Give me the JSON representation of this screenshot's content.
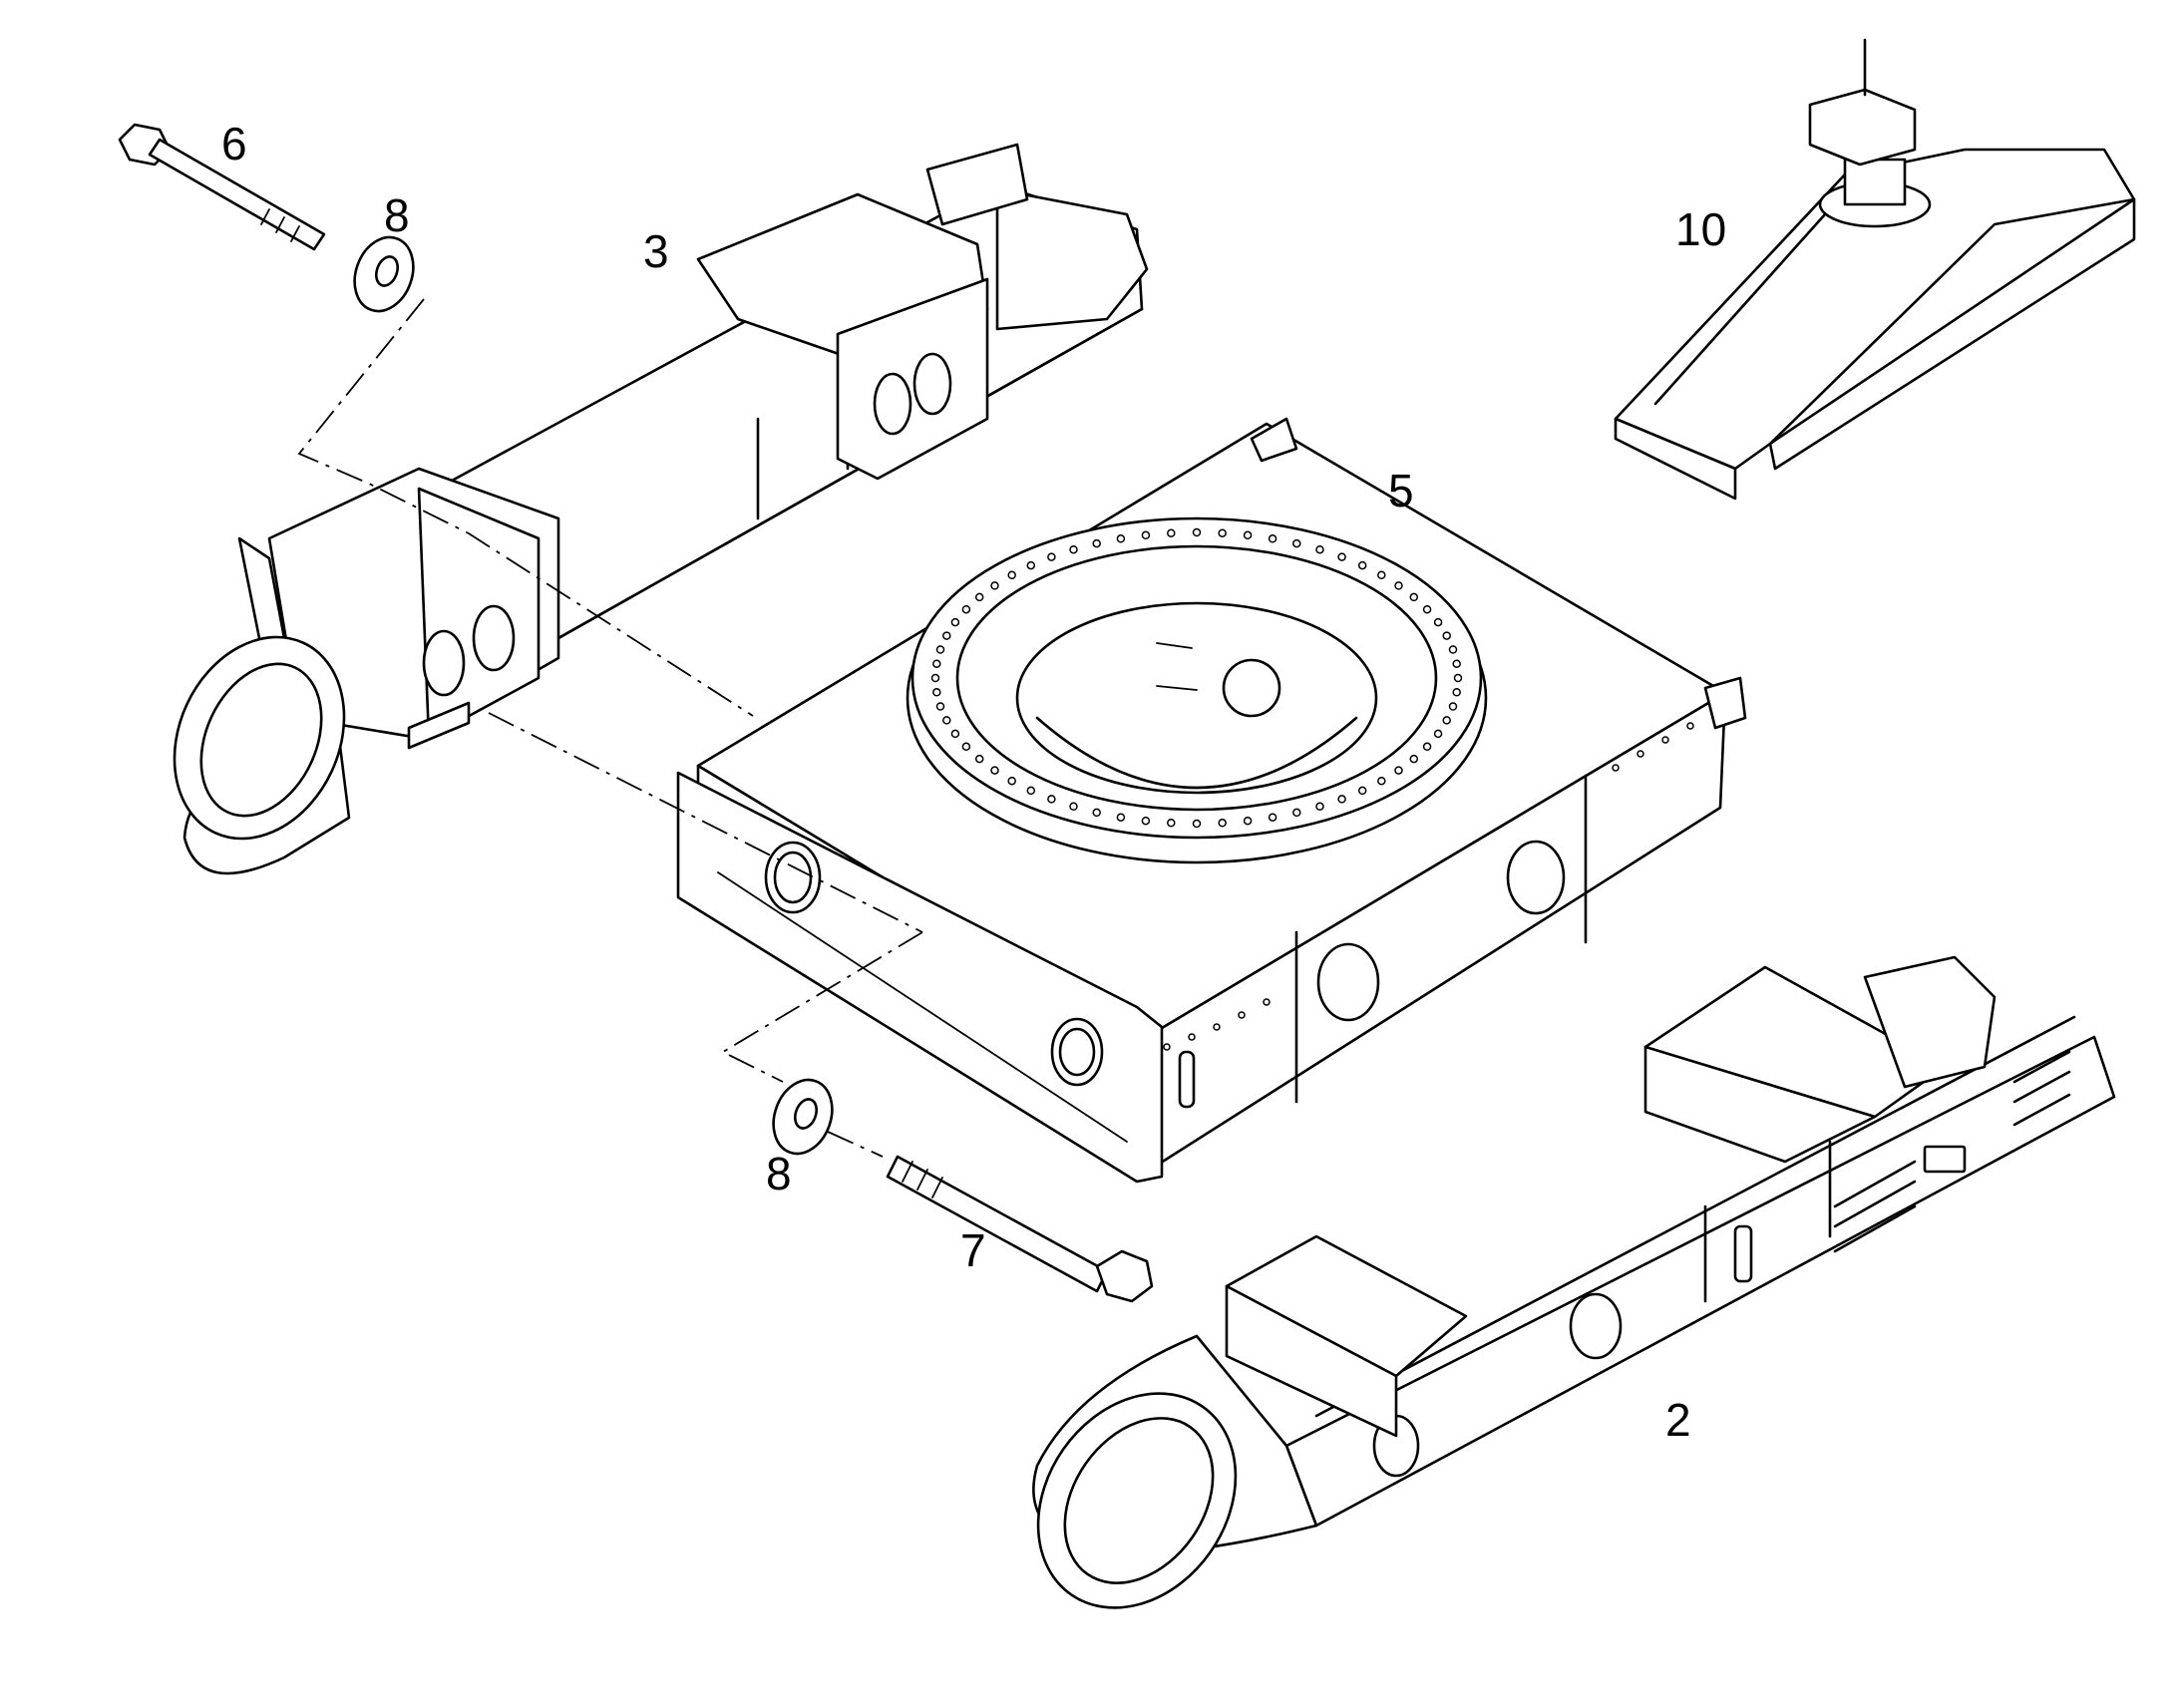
{
  "callouts": {
    "frame_right": "2",
    "frame_left": "3",
    "center_frame": "5",
    "bolt_short": "6",
    "bolt_long": "7",
    "washer_top": "8",
    "washer_bottom": "8",
    "fuel_tank_bracket": "10"
  }
}
